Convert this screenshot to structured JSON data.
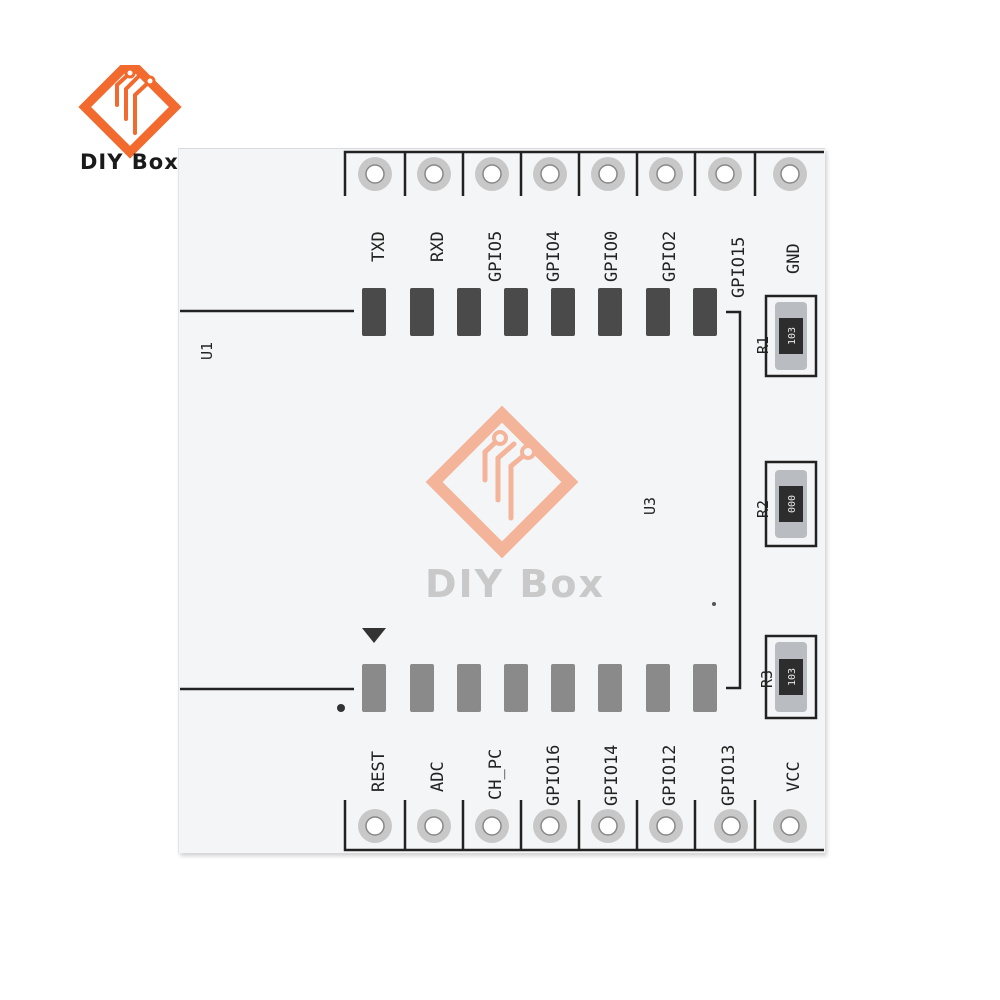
{
  "brand": {
    "name": "DIY Box",
    "logo_color": "#f26a2d",
    "watermark_color": "#f4a98a",
    "watermark_text_color": "#c9c9c9"
  },
  "board": {
    "color": "#f4f5f6",
    "silkscreen_color": "#222222",
    "top_pins": [
      "TXD",
      "RXD",
      "GPIO5",
      "GPIO4",
      "GPIO0",
      "GPIO2",
      "GPIO15",
      "GND"
    ],
    "bottom_pins": [
      "REST",
      "ADC",
      "CH_PC",
      "GPIO16",
      "GPIO14",
      "GPIO12",
      "GPIO13",
      "VCC"
    ],
    "designators": {
      "u1": "U1",
      "u3": "U3",
      "r1": "R1",
      "r2": "R2",
      "r3": "R3"
    },
    "resistor_codes": {
      "r1": "103",
      "r2": "000",
      "r3": "103"
    }
  }
}
